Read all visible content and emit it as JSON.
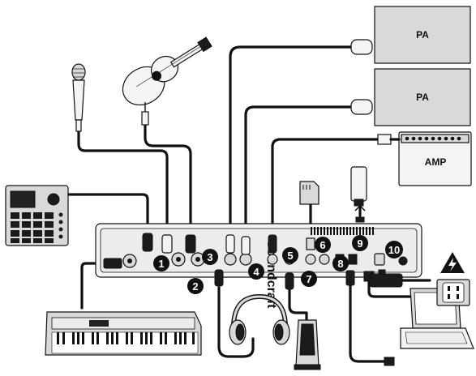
{
  "speakers": {
    "pa_top_label": "PA",
    "pa_bottom_label": "PA",
    "amp_label": "AMP"
  },
  "mixer": {
    "brand": "Soundcraft"
  },
  "callouts": [
    "1",
    "2",
    "3",
    "4",
    "5",
    "6",
    "7",
    "8",
    "9",
    "10"
  ],
  "colors": {
    "ink": "#111111",
    "device_fill": "#d9d9d9",
    "paper": "#ffffff"
  }
}
